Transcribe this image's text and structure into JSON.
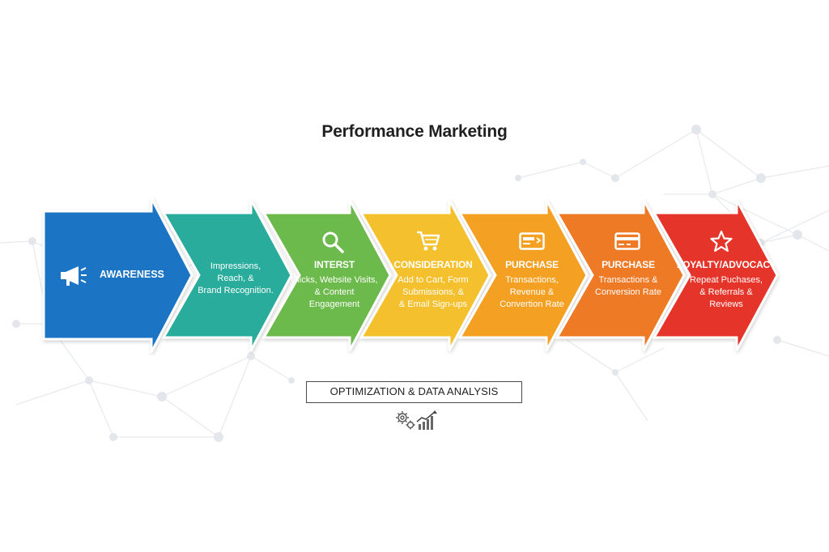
{
  "title": "Performance Marketing",
  "stages": [
    {
      "head": "AWARENESS",
      "desc": "",
      "icon": "megaphone-icon",
      "color": "#1f74c4"
    },
    {
      "head": "",
      "desc": "Impressions,\nReach, &\nBrand Recognition.",
      "icon": "",
      "color": "#2bac9c"
    },
    {
      "head": "INTERST",
      "desc": "Clicks, Website Visits,\n& Content\nEngagement",
      "icon": "magnifier-icon",
      "color": "#6cba4c"
    },
    {
      "head": "CONSIDERATION",
      "desc": "Add to Cart, Form\nSubmissions, &\n& Email Sign-ups",
      "icon": "shopping-cart-icon",
      "color": "#f5c02e"
    },
    {
      "head": "PURCHASE",
      "desc": "Transactions,\nRevenue &\nConvertion Rate",
      "icon": "payment-card-icon",
      "color": "#f4a024"
    },
    {
      "head": "PURCHASE",
      "desc": "Transactions &\nConversion Rate",
      "icon": "credit-card-icon",
      "color": "#ef7a28"
    },
    {
      "head": "LOYALTY/ADVOCACY",
      "desc": "Repeat Puchases,\n& Referrals &\nReviews",
      "icon": "star-icon",
      "color": "#e5342c"
    }
  ],
  "optimization_label": "OPTIMIZATION & DATA ANALYSIS",
  "optimization_icon": "gears-and-growth-chart-icon"
}
